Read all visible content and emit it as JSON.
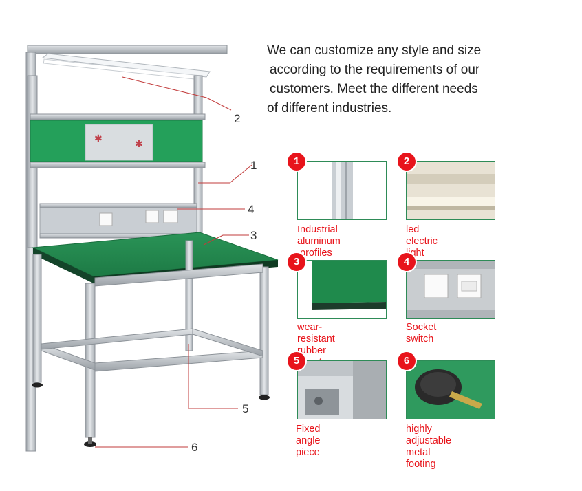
{
  "intro": {
    "lines": [
      "We can customize any style and size",
      "according to the requirements of our",
      "customers. Meet the different needs",
      "of different industries."
    ]
  },
  "callouts": [
    "1",
    "2",
    "3",
    "4",
    "5",
    "6"
  ],
  "features": [
    {
      "number": "1",
      "line1": "Industrial aluminum",
      "line2": "profiles",
      "icon": "aluminum-profile-photo"
    },
    {
      "number": "2",
      "line1": "led electric light",
      "line2": "",
      "icon": "led-light-photo"
    },
    {
      "number": "3",
      "line1": "wear-resistant",
      "line2": "rubber sheet",
      "icon": "rubber-sheet-photo"
    },
    {
      "number": "4",
      "line1": "Socket switch",
      "line2": "",
      "icon": "socket-switch-photo"
    },
    {
      "number": "5",
      "line1": "Fixed angle piece",
      "line2": "",
      "icon": "angle-piece-photo"
    },
    {
      "number": "6",
      "line1": "highly adjustable",
      "line2": "metal footing",
      "icon": "metal-footing-photo"
    }
  ],
  "colors": {
    "accent_red": "#e8141b",
    "frame_green": "#2e8b57",
    "bench_green": "#1f8a4c"
  }
}
